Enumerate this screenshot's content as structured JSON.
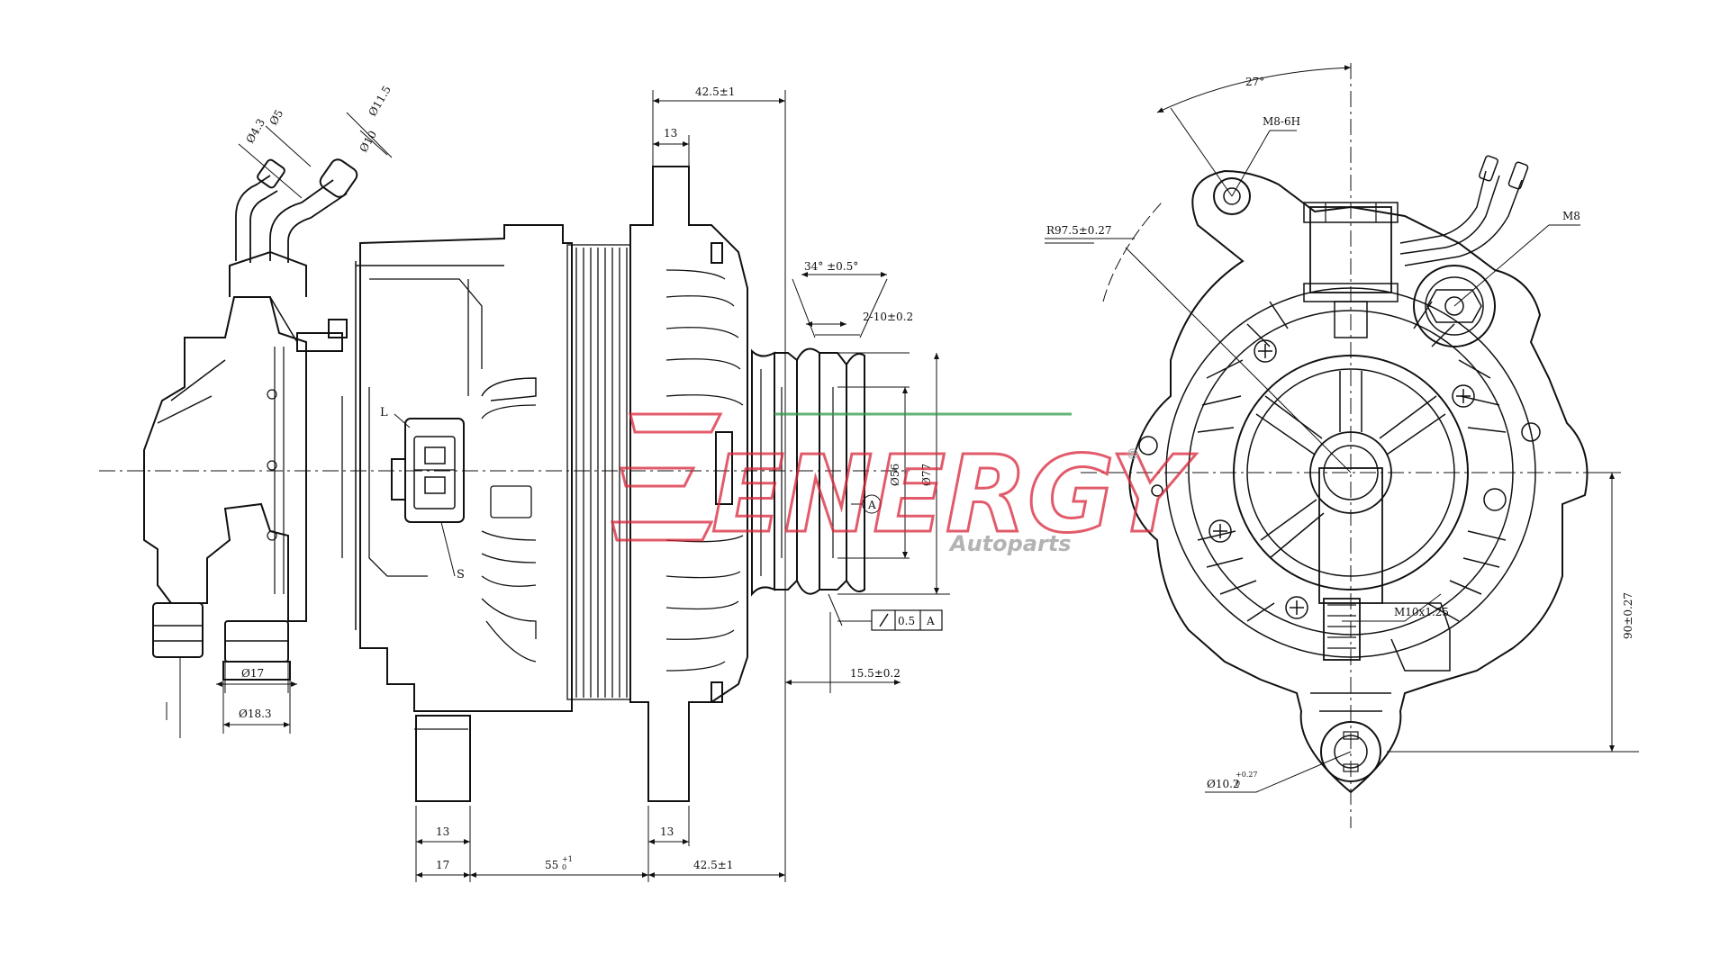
{
  "watermark": {
    "brand": "ENERGY",
    "sub": "Autoparts",
    "reg": "®",
    "color_red": "#d9253a",
    "color_green": "#2e9a48",
    "color_gray": "#9a9a9a"
  },
  "side_view": {
    "dims": {
      "top_overall": "42.5±1",
      "top_flange": "13",
      "pulley_angle": "34° ±0.5°",
      "pulley_groove": "2-10±0.2",
      "pulley_d56": "Ø56",
      "pulley_d77": "Ø77",
      "datum_a": "A",
      "runout_value": "0.5",
      "runout_ref": "A",
      "pulley_offset": "15.5±0.2",
      "bottom_13_left": "13",
      "bottom_13_right": "13",
      "bottom_17": "17",
      "bottom_55": "55",
      "bottom_55_tol_up": "+1",
      "bottom_55_tol_dn": "0",
      "bottom_425": "42.5±1"
    },
    "terminals": {
      "l": "L",
      "s": "S"
    },
    "pump": {
      "d5": "Ø5",
      "d43": "Ø4.3",
      "d115": "Ø11.5",
      "d10": "Ø10",
      "d17": "Ø17",
      "d183": "Ø18.3"
    }
  },
  "front_view": {
    "dims": {
      "angle27": "27°",
      "m86h": "M8-6H",
      "radius": "R97.5±0.27",
      "m8": "M8",
      "m10": "M10x1.25",
      "height": "90±0.27",
      "hole": "Ø10.2",
      "hole_tol_up": "+0.27",
      "hole_tol_dn": "0"
    }
  }
}
